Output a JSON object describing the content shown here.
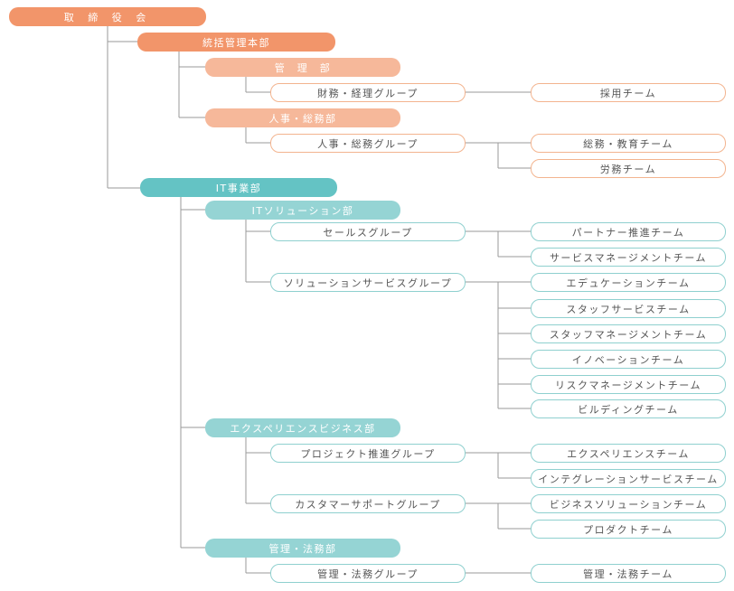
{
  "org": {
    "board": "取 締 役 会",
    "div_admin": "統括管理本部",
    "dept_kanri": "管　理　部",
    "grp_zaimu": "財務・経理グループ",
    "team_saiyo": "採用チーム",
    "dept_jinji": "人事・総務部",
    "grp_jinji": "人事・総務グループ",
    "team_somu": "総務・教育チーム",
    "team_romu": "労務チーム",
    "div_it": "IT事業部",
    "dept_itsol": "ITソリューション部",
    "grp_sales": "セールスグループ",
    "team_partner": "パートナー推進チーム",
    "team_svcmgmt": "サービスマネージメントチーム",
    "grp_solsvc": "ソリューションサービスグループ",
    "team_edu": "エデュケーションチーム",
    "team_staffsvc": "スタッフサービスチーム",
    "team_staffmgmt": "スタッフマネージメントチーム",
    "team_innov": "イノベーションチーム",
    "team_risk": "リスクマネージメントチーム",
    "team_build": "ビルディングチーム",
    "dept_exbiz": "エクスペリエンスビジネス部",
    "grp_proj": "プロジェクト推進グループ",
    "team_exp": "エクスペリエンスチーム",
    "team_integ": "インテグレーションサービスチーム",
    "grp_cs": "カスタマーサポートグループ",
    "team_bizsol": "ビジネスソリューションチーム",
    "team_product": "プロダクトチーム",
    "dept_legal": "管理・法務部",
    "grp_legal": "管理・法務グループ",
    "team_legal": "管理・法務チーム"
  },
  "colors": {
    "line": "#9a9a9a",
    "dark_orange": "#f2956a",
    "light_orange": "#f6b89a",
    "dark_teal": "#64c3c4",
    "light_teal": "#95d4d4"
  }
}
